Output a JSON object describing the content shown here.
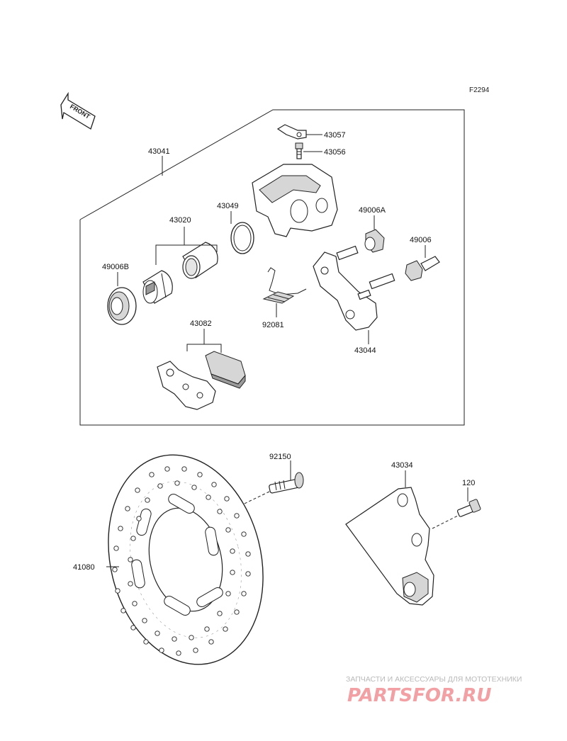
{
  "diagram_code": "F2294",
  "front_label": "FRONT",
  "parts": {
    "p43057": "43057",
    "p43056": "43056",
    "p43041": "43041",
    "p43049": "43049",
    "p43020": "43020",
    "p49006A": "49006A",
    "p49006B": "49006B",
    "p49006": "49006",
    "p92081": "92081",
    "p43044": "43044",
    "p43082": "43082",
    "p92150": "92150",
    "p43034": "43034",
    "p120": "120",
    "p41080": "41080"
  },
  "watermark": {
    "tagline": "ЗАПЧАСТИ И АКСЕССУАРЫ ДЛЯ МОТОТЕХНИКИ",
    "brand": "PARTSFOR.RU"
  }
}
